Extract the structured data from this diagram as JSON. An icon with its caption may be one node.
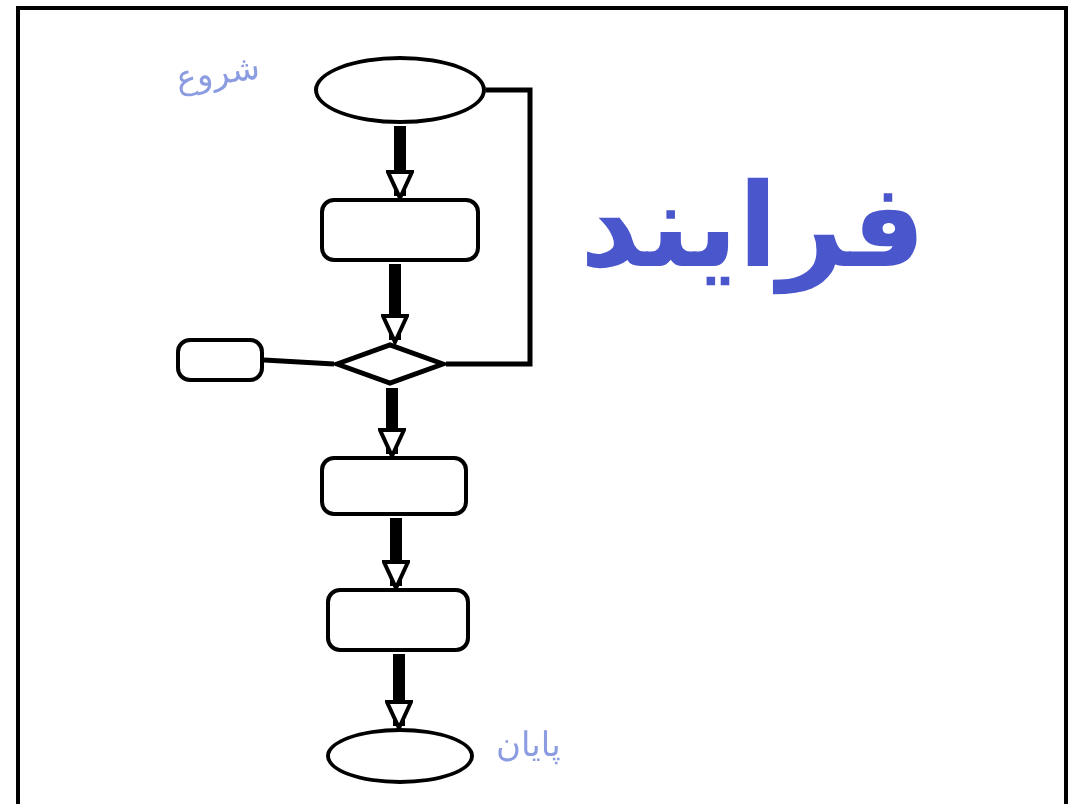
{
  "diagram": {
    "title": "فرایند",
    "nodes": [
      {
        "text": [],
        "shape": "ellipse",
        "beside": [
          "شروع"
        ]
      },
      {
        "text": [],
        "shape": "box"
      },
      {
        "text": [],
        "shape": "diamond"
      },
      {
        "text": [],
        "shape": "box"
      },
      {
        "text": [],
        "shape": "box"
      },
      {
        "text": [],
        "shape": "box"
      },
      {
        "text": [],
        "shape": "ellipse",
        "beside": [
          "پایان"
        ]
      }
    ],
    "edges": [
      {
        "from": 0,
        "to": 1,
        "arrow": "to"
      },
      {
        "from": 1,
        "to": 2,
        "arrow": "to"
      },
      {
        "from": 2,
        "to": 4,
        "arrow": "to"
      },
      {
        "from": 4,
        "to": 5,
        "arrow": "to"
      },
      {
        "from": 5,
        "to": 6,
        "arrow": "to"
      },
      {
        "from": 2,
        "to": 3,
        "arrow": "none"
      },
      {
        "from": 2,
        "to": 0,
        "arrow": "none"
      }
    ]
  }
}
